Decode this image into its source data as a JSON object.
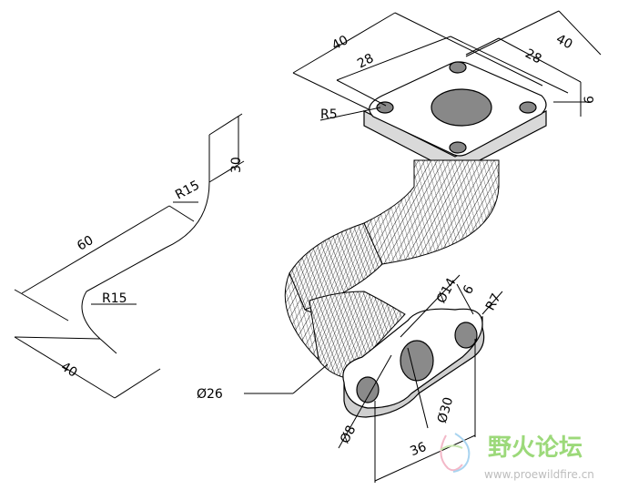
{
  "drawing": {
    "path_sketch": {
      "dim_length": "60",
      "dim_height": "30",
      "dim_width": "40",
      "radius_upper": "R15",
      "radius_lower": "R15"
    },
    "top_flange": {
      "width_a": "40",
      "width_b": "40",
      "hole_spacing_a": "28",
      "hole_spacing_b": "28",
      "thickness": "6",
      "corner_radius": "R5"
    },
    "pipe": {
      "diameter": "Ø26"
    },
    "bottom_flange": {
      "hole_small_left": "Ø8",
      "hole_center": "Ø30",
      "hole_right": "Ø14",
      "thickness": "6",
      "end_radius": "R7",
      "span": "36"
    }
  },
  "watermark": {
    "title": "野火论坛",
    "url": "www.proewildfire.cn",
    "accent_color": "#9cd97a"
  }
}
